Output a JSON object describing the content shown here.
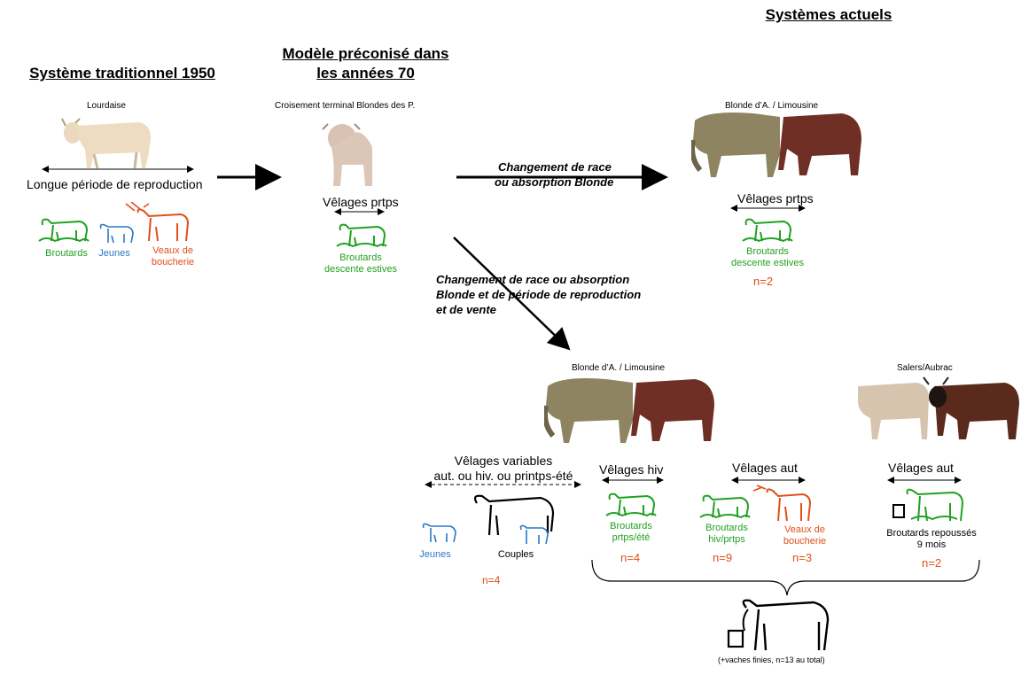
{
  "titles": {
    "traditional": "Système traditionnel 1950",
    "model_line1": "Modèle préconisé dans",
    "model_line2": "les années 70",
    "current": "Systèmes actuels"
  },
  "traditional": {
    "breed": "Lourdaise",
    "period": "Longue période de reproduction",
    "broutards": "Broutards",
    "jeunes": "Jeunes",
    "veaux_line1": "Veaux de",
    "veaux_line2": "boucherie"
  },
  "model70": {
    "breed": "Croisement terminal  Blondes des P.",
    "velages": "Vêlages prtps",
    "broutards_line1": "Broutards",
    "broutards_line2": "descente estives"
  },
  "arrows": {
    "upper_line1": "Changement de race",
    "upper_line2": "ou absorption Blonde",
    "lower_line1": "Changement de race ou absorption",
    "lower_line2": "Blonde et de période de reproduction",
    "lower_line3": "et de vente"
  },
  "current_top": {
    "breed": "Blonde d’A. / Limousine",
    "velages": "Vêlages prtps",
    "broutards_line1": "Broutards",
    "broutards_line2": "descente estives",
    "n": "n=2"
  },
  "current_bottom": {
    "breed_left": "Blonde d’A. / Limousine",
    "breed_right": "Salers/Aubrac",
    "variable": {
      "line1": "Vêlages variables",
      "line2": "aut. ou hiv. ou printps-été",
      "jeunes": "Jeunes",
      "couples": "Couples",
      "n": "n=4"
    },
    "hiv": {
      "velages": "Vêlages hiv",
      "line1": "Broutards",
      "line2": "prtps/été",
      "n": "n=4"
    },
    "aut": {
      "velages": "Vêlages aut",
      "b_line1": "Broutards",
      "b_line2": "hiv/prtps",
      "b_n": "n=9",
      "v_line1": "Veaux de",
      "v_line2": "boucherie",
      "v_n": "n=3"
    },
    "salers": {
      "velages": "Vêlages aut",
      "line1": "Broutards repoussés",
      "line2": "9 mois",
      "n": "n=2"
    },
    "total": "(+vaches finies, n=13 au total)"
  },
  "colors": {
    "green": "#22a122",
    "blue": "#2a78c8",
    "orange": "#e0501a",
    "black": "#000000"
  }
}
